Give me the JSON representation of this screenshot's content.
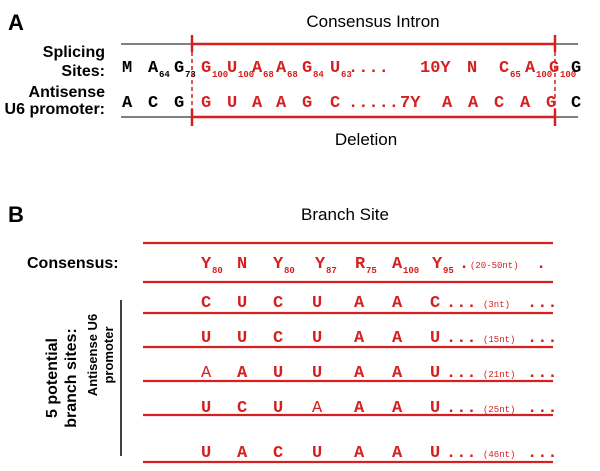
{
  "panel_a": {
    "label": "A",
    "title_top": "Consensus Intron",
    "title_bottom": "Deletion",
    "splicing_label_line1": "Splicing",
    "splicing_label_line2": "Sites:",
    "antisense_label_line1": "Antisense",
    "antisense_label_line2": "U6 promoter:",
    "splicing_tokens": [
      {
        "t": "M",
        "sub": "",
        "color": "black"
      },
      {
        "t": "A",
        "sub": "64",
        "color": "black"
      },
      {
        "t": "G",
        "sub": "73",
        "color": "black"
      },
      {
        "t": "G",
        "sub": "100",
        "color": "red"
      },
      {
        "t": "U",
        "sub": "100",
        "color": "red"
      },
      {
        "t": "A",
        "sub": "68",
        "color": "red"
      },
      {
        "t": "A",
        "sub": "68",
        "color": "red"
      },
      {
        "t": "G",
        "sub": "84",
        "color": "red"
      },
      {
        "t": "U",
        "sub": "63",
        "color": "red"
      },
      {
        "t": "....",
        "sub": "",
        "color": "red"
      },
      {
        "t": "10Y",
        "sub": "",
        "color": "red"
      },
      {
        "t": "N",
        "sub": "",
        "color": "red"
      },
      {
        "t": "C",
        "sub": "65",
        "color": "red"
      },
      {
        "t": "A",
        "sub": "100",
        "color": "red"
      },
      {
        "t": "G",
        "sub": "100",
        "color": "red"
      },
      {
        "t": "G",
        "sub": "",
        "color": "black"
      }
    ],
    "antisense_tokens": [
      {
        "t": "A",
        "color": "black"
      },
      {
        "t": "C",
        "color": "black"
      },
      {
        "t": "G",
        "color": "black"
      },
      {
        "t": "G",
        "color": "red"
      },
      {
        "t": "U",
        "color": "red"
      },
      {
        "t": "A",
        "color": "red"
      },
      {
        "t": "A",
        "color": "red"
      },
      {
        "t": "G",
        "color": "red"
      },
      {
        "t": "C",
        "color": "red"
      },
      {
        "t": ".....",
        "color": "red"
      },
      {
        "t": "7Y",
        "color": "red"
      },
      {
        "t": "A",
        "color": "red"
      },
      {
        "t": "A",
        "color": "red"
      },
      {
        "t": "C",
        "color": "red"
      },
      {
        "t": "A",
        "color": "red"
      },
      {
        "t": "G",
        "color": "red"
      },
      {
        "t": "C",
        "color": "black"
      }
    ]
  },
  "panel_b": {
    "label": "B",
    "title": "Branch Site",
    "consensus_label": "Consensus:",
    "side_label_line1": "5 potential",
    "side_label_line2": "branch sites:",
    "side_sublabel_line1": "Antisense U6",
    "side_sublabel_line2": "promoter",
    "consensus_tokens": [
      {
        "t": "Y",
        "sub": "80"
      },
      {
        "t": "N",
        "sub": ""
      },
      {
        "t": "Y",
        "sub": "80"
      },
      {
        "t": "Y",
        "sub": "87"
      },
      {
        "t": "R",
        "sub": "75"
      },
      {
        "t": "A",
        "sub": "100"
      },
      {
        "t": "Y",
        "sub": "95"
      }
    ],
    "consensus_gap": "(20-50nt)",
    "sites": [
      {
        "bases": [
          "C",
          "U",
          "C",
          "U",
          "A",
          "A",
          "C"
        ],
        "thin": [],
        "gap": "(3nt)"
      },
      {
        "bases": [
          "U",
          "U",
          "C",
          "U",
          "A",
          "A",
          "U"
        ],
        "thin": [],
        "gap": "(15nt)"
      },
      {
        "bases": [
          "A",
          "A",
          "U",
          "U",
          "A",
          "A",
          "U"
        ],
        "thin": [
          0
        ],
        "gap": "(21nt)"
      },
      {
        "bases": [
          "U",
          "C",
          "U",
          "A",
          "A",
          "A",
          "U"
        ],
        "thin": [
          3
        ],
        "gap": "(25nt)"
      },
      {
        "bases": [
          "U",
          "A",
          "C",
          "U",
          "A",
          "A",
          "U"
        ],
        "thin": [],
        "gap": "(46nt)"
      }
    ],
    "colors": {
      "accent": "#d42020",
      "text": "#000000"
    }
  }
}
